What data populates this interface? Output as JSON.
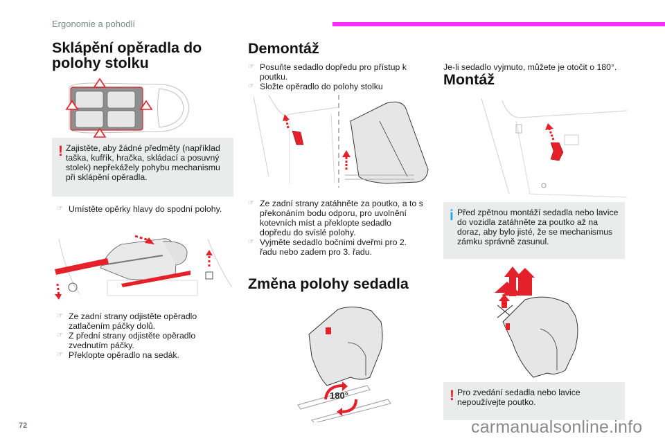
{
  "header": {
    "section_label": "Ergonomie a pohodlí",
    "accent_color": "#ff2bff"
  },
  "left_column": {
    "title": "Sklápění opěradla do polohy stolku",
    "warning_note": "Zajistěte, aby žádné předměty (například taška, kufřík, hračka, skládací a posuvný stolek) nepřekážely pohybu mechanismu při sklápění opěradla.",
    "bullets_1": [
      "Umístěte opěrky hlavy do spodní polohy."
    ],
    "bullets_2": [
      "Ze zadní strany odjistěte opěradlo zatlačením páčky dolů.",
      "Z přední strany odjistěte opěradlo zvednutím páčky.",
      "Překlopte opěradlo na sedák."
    ]
  },
  "middle_column": {
    "title_removal": "Demontáž",
    "bullets_1": [
      "Posuňte sedadlo dopředu pro přístup k poutku.",
      "Složte opěradlo do polohy stolku"
    ],
    "bullets_2": [
      "Ze zadní strany zatáhněte za poutko, a to s překonáním bodu odporu, pro uvolnění kotevních míst a překlopte sedadlo dopředu do svislé polohy.",
      "Vyjměte sedadlo bočními dveřmi pro 2. řadu nebo zadem pro 3. řadu."
    ],
    "title_change": "Změna polohy sedadla",
    "rotation_label": "180°"
  },
  "right_column": {
    "intro": "Je-li sedadlo vyjmuto, můžete je otočit o 180°.",
    "title_mount": "Montáž",
    "info_note": "Před zpětnou montáží sedadla nebo lavice do vozidla zatáhněte za poutko až na doraz, aby bylo jisté, že se mechanismus zámku správně zasunul.",
    "warning_note": "Pro zvedání sedadla nebo lavice nepoužívejte poutko."
  },
  "footer": {
    "page_number": "72",
    "watermark": "carmanualsonline.info"
  },
  "icons": {
    "bullet": "pointing-hand-icon",
    "warning": "exclamation-icon",
    "info": "info-icon"
  },
  "colors": {
    "warning_red": "#e4202a",
    "info_blue": "#26a7de",
    "note_bg": "#e9eceb"
  }
}
